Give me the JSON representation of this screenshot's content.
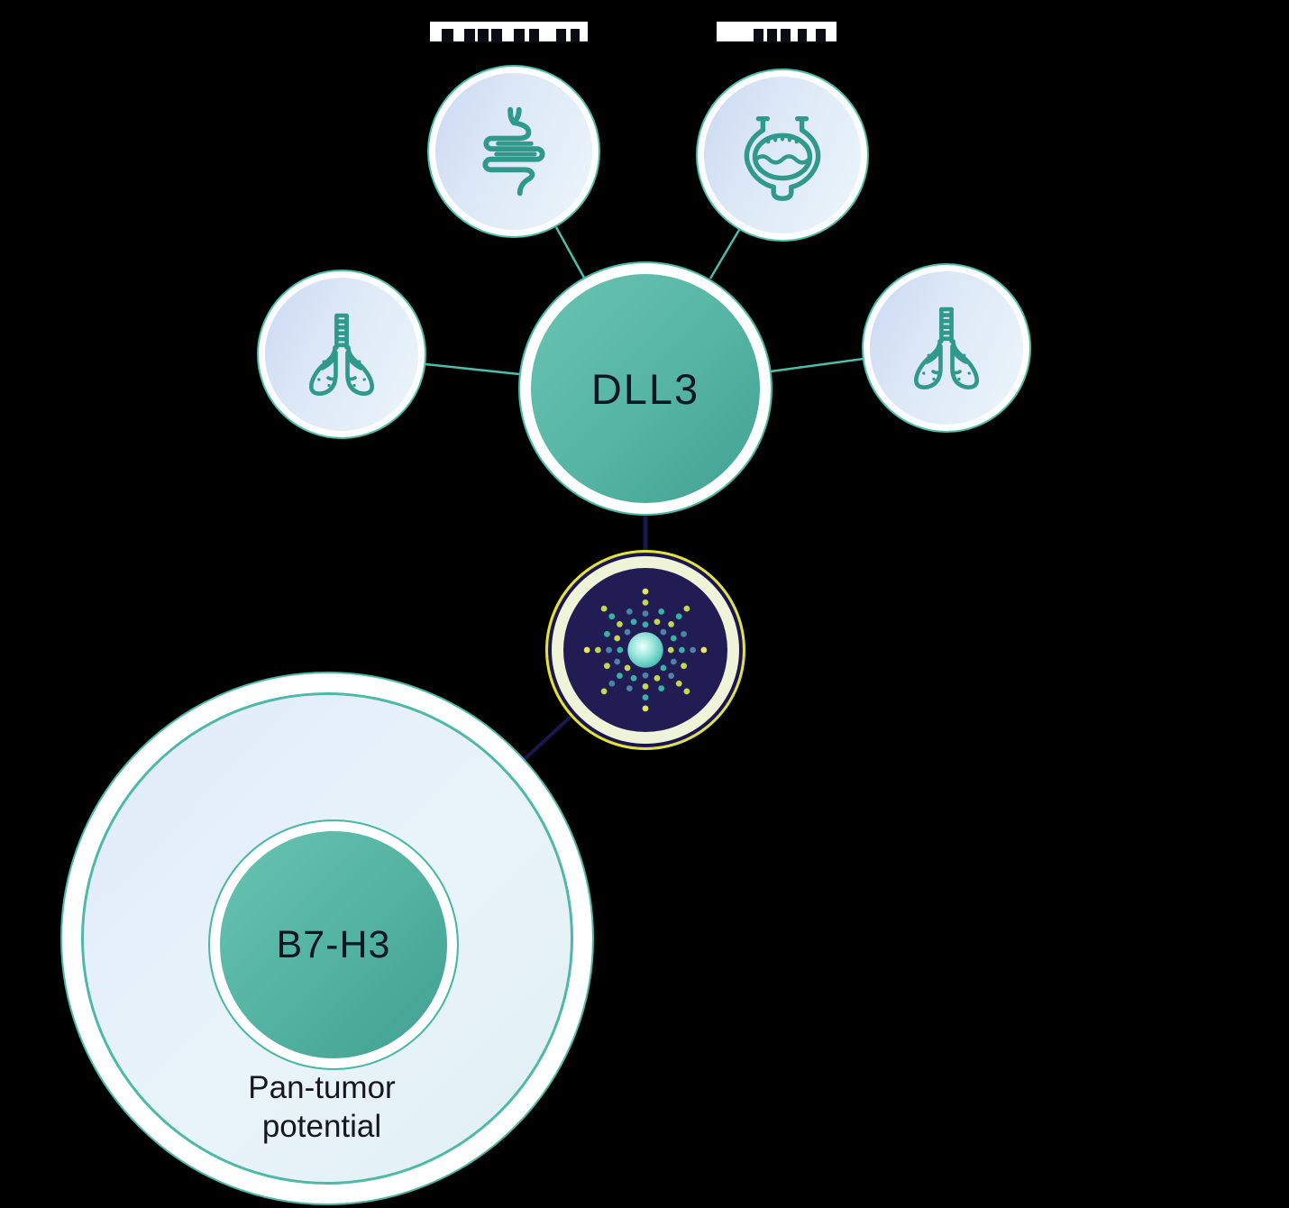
{
  "diagram": {
    "hub": {
      "label": "DLL3"
    },
    "satellites": [
      {
        "id": "gi-tract",
        "icon": "intestine-icon"
      },
      {
        "id": "bladder",
        "icon": "bladder-icon"
      },
      {
        "id": "lungs-left",
        "icon": "lungs-icon"
      },
      {
        "id": "lungs-right",
        "icon": "lungs-icon"
      }
    ],
    "molecule_node": {
      "icon": "molecule-starburst-icon",
      "dot_colors": [
        "#35b3a4",
        "#c2d84d",
        "#4a84a8",
        "#e9e556"
      ],
      "fill": "#221c55",
      "ring": "#eff3d8",
      "outline": "#e4e23f"
    },
    "pan_tumor": {
      "label": "B7-H3",
      "caption": "Pan-tumor potential"
    }
  },
  "colors": {
    "background": "#000000",
    "teal_accent": "#4dbfa9",
    "hub_gradient_start": "#6cc6b3",
    "hub_gradient_end": "#3f9f91",
    "satellite_fill_start": "#c9d6f1",
    "satellite_fill_end": "#edf6fb",
    "icon_stroke": "#2f9a8b",
    "connector_teal": "#4dbca8",
    "connector_navy": "#1b164e",
    "label_fragment_bg": "#ffffff",
    "label_fragment_fg": "#0b0b14"
  }
}
